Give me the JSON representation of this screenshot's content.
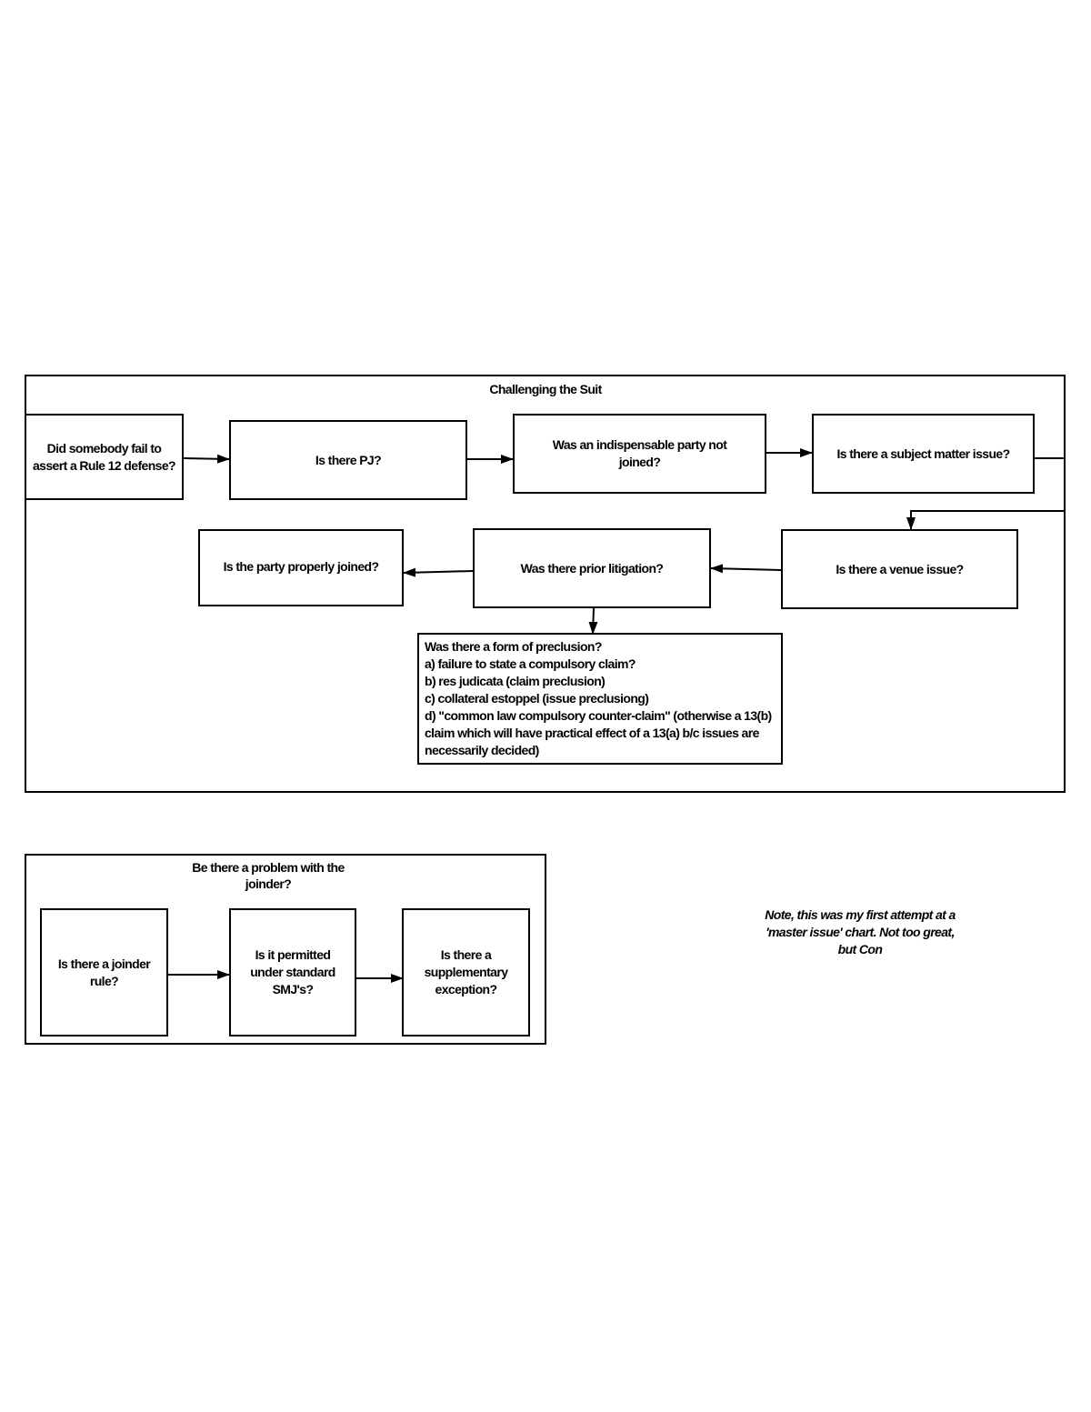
{
  "suit_group": {
    "title": "Challenging the Suit",
    "rule12": "Did somebody fail to assert a Rule 12 defense?",
    "pj": "Is there PJ?",
    "indispensable": "Was an indispensable party not joined?",
    "subject_matter": "Is there a subject matter issue?",
    "venue": "Is there a venue issue?",
    "prior_litigation": "Was there prior litigation?",
    "properly_joined": "Is the party properly joined?",
    "preclusion": {
      "heading": "Was there a form of preclusion?",
      "items": [
        "a) failure to state a compulsory claim?",
        "b) res judicata (claim preclusion)",
        "c) collateral estoppel (issue preclusiong)",
        "d) \"common law compulsory counter-claim\" (otherwise a 13(b) claim which will have practical effect of a 13(a) b/c issues are necessarily decided)"
      ]
    }
  },
  "joinder_group": {
    "title": "Be there a problem with the joinder?",
    "joinder_rule": "Is there a joinder rule?",
    "permitted": "Is it permitted under standard SMJ's?",
    "supplementary": "Is there a supplementary exception?"
  },
  "note": "Note, this was my first attempt at a 'master issue' chart. Not too great, but Con",
  "colors": {
    "stroke": "#000000",
    "background": "#ffffff"
  }
}
